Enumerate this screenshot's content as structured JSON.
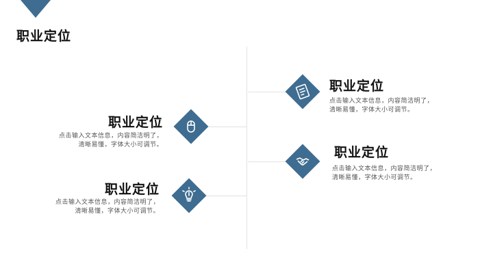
{
  "page": {
    "title": "职业定位"
  },
  "colors": {
    "accent": "#3f6d91",
    "line": "#e2e2e2",
    "text": "#111111",
    "desc": "#555555"
  },
  "items": [
    {
      "title": "职业定位",
      "line1": "点击输入文本信息，内容简洁明了，",
      "line2": "清晰易懂，字体大小可调节。",
      "icon": "document-icon"
    },
    {
      "title": "职业定位",
      "line1": "点击输入文本信息，内容简洁明了，",
      "line2": "清晰易懂，字体大小可调节。",
      "icon": "mouse-icon"
    },
    {
      "title": "职业定位",
      "line1": "点击输入文本信息，内容简洁明了，",
      "line2": "清晰易懂，字体大小可调节。",
      "icon": "handshake-icon"
    },
    {
      "title": "职业定位",
      "line1": "点击输入文本信息，内容简洁明了，",
      "line2": "清晰易懂，字体大小可调节。",
      "icon": "lightbulb-icon"
    }
  ]
}
